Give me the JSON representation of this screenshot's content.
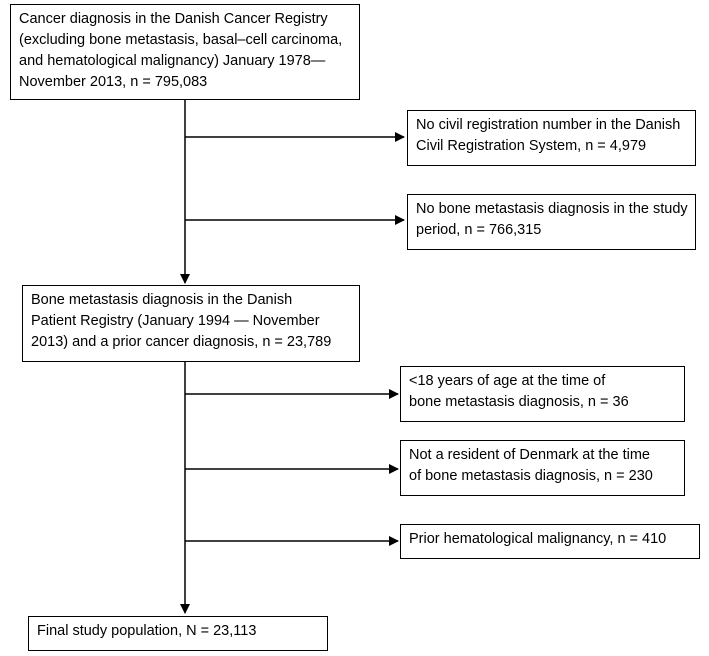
{
  "boxes": {
    "start": {
      "lines": [
        "Cancer diagnosis in the Danish Cancer Registry",
        "(excluding bone metastasis, basal–cell carcinoma,",
        "and hematological malignancy) January 1978—",
        "November 2013, n = 795,083"
      ]
    },
    "excl_no_crn": {
      "lines": [
        "No civil registration number in the Danish",
        "Civil Registration System, n = 4,979"
      ]
    },
    "excl_no_bm": {
      "lines": [
        "No bone metastasis diagnosis in the study",
        "period, n = 766,315"
      ]
    },
    "bone_met": {
      "lines": [
        "Bone metastasis diagnosis in the Danish",
        "Patient Registry (January 1994 — November",
        "2013) and a prior cancer diagnosis, n = 23,789"
      ]
    },
    "excl_age": {
      "lines": [
        "<18 years of age at the time of",
        "bone metastasis diagnosis, n = 36"
      ]
    },
    "excl_resident": {
      "lines": [
        "Not a resident of Denmark at the time",
        "of bone metastasis diagnosis, n = 230"
      ]
    },
    "excl_hem": {
      "lines": [
        "Prior hematological malignancy, n = 410"
      ]
    },
    "final": {
      "lines": [
        "Final study population, N = 23,113"
      ]
    }
  }
}
